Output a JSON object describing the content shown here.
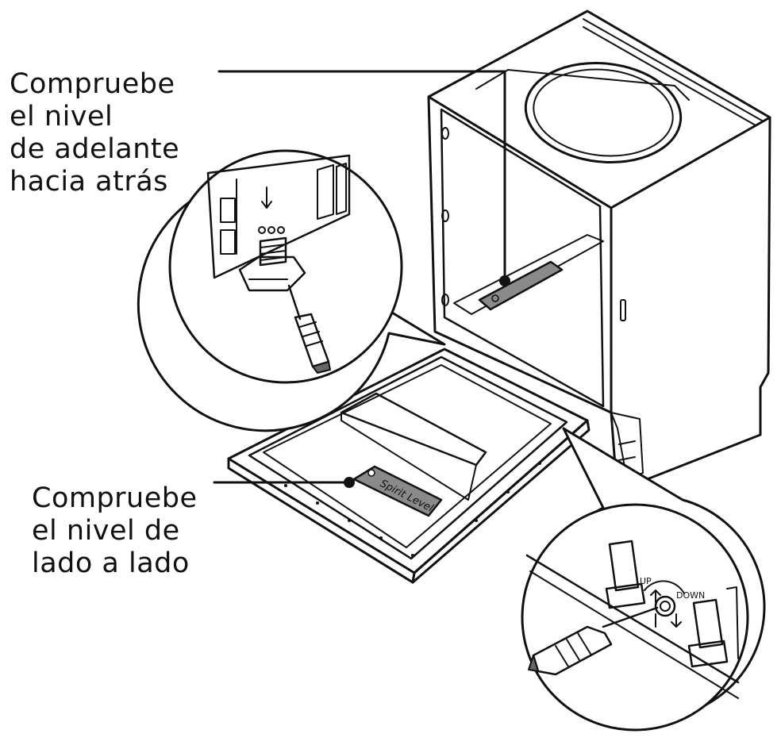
{
  "callouts": {
    "front_back": {
      "lines": [
        "Compruebe",
        "el nivel",
        "de adelante",
        "hacia atrás"
      ]
    },
    "side_side": {
      "lines": [
        "Compruebe",
        "el nivel de",
        "lado a lado"
      ]
    }
  },
  "labels": {
    "spirit_level": "Spirit Level",
    "up": "UP",
    "down": "DOWN"
  },
  "colors": {
    "line": "#111111",
    "level_fill": "#8a8a8a",
    "background": "#ffffff"
  }
}
